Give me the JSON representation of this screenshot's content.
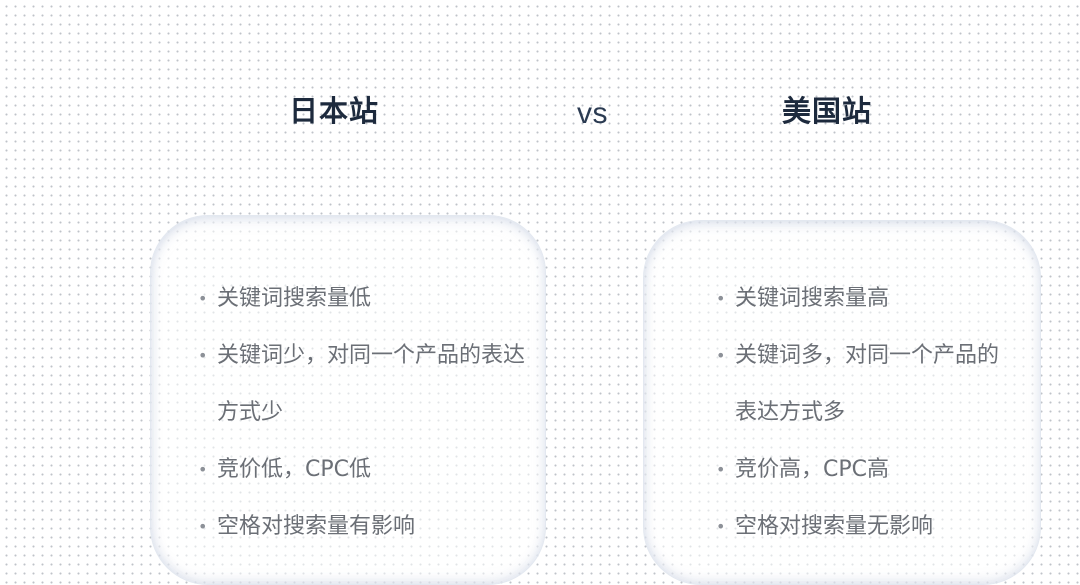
{
  "left": {
    "title": "日本站",
    "items": [
      "关键词搜索量低",
      "关键词少，对同一个产品的表达方式少",
      "竞价低，CPC低",
      "空格对搜索量有影响"
    ]
  },
  "vs_label": "vs",
  "right": {
    "title": "美国站",
    "items": [
      "关键词搜索量高",
      "关键词多，对同一个产品的表达方式多",
      "竞价高，CPC高",
      "空格对搜索量无影响"
    ]
  },
  "bullet_char": "•"
}
